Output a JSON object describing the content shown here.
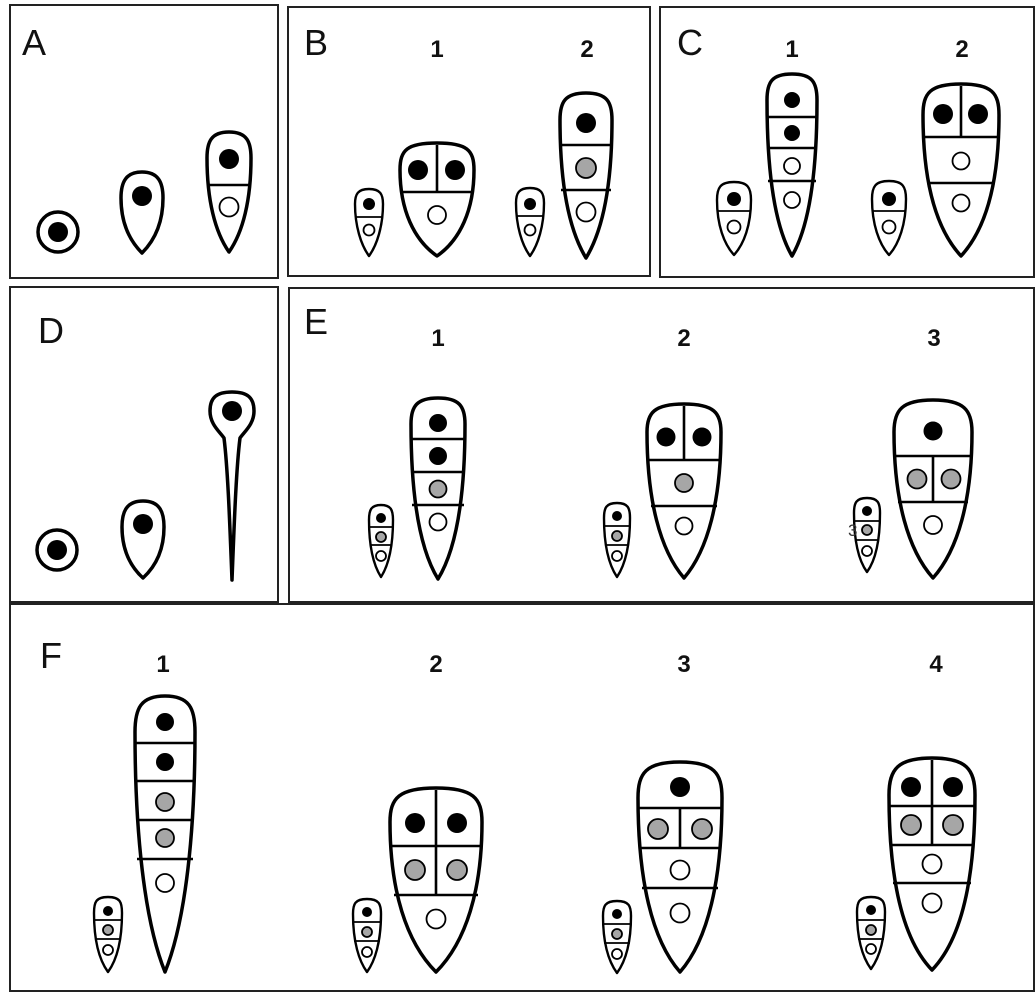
{
  "panels": {
    "A": {
      "letter": "A"
    },
    "B": {
      "letter": "B",
      "stages": [
        "1",
        "2"
      ]
    },
    "C": {
      "letter": "C",
      "stages": [
        "1",
        "2"
      ]
    },
    "D": {
      "letter": "D"
    },
    "E": {
      "letter": "E",
      "stages": [
        "1",
        "2",
        "3"
      ],
      "stray_label": "3"
    },
    "F": {
      "letter": "F",
      "stages": [
        "1",
        "2",
        "3",
        "4"
      ]
    }
  },
  "nucleus_colors": {
    "black": "#000000",
    "grey": "#a6a6a6",
    "white": "#ffffff"
  }
}
